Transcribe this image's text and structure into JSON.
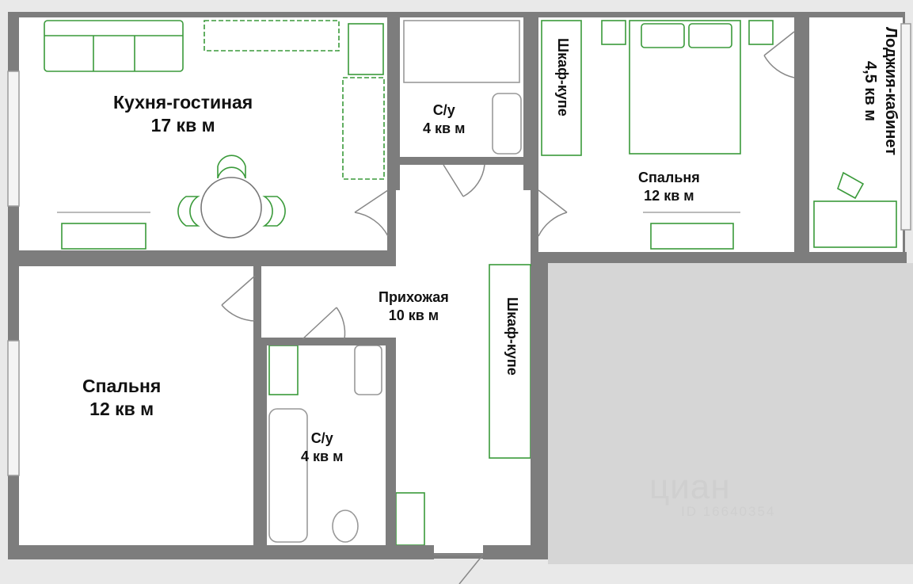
{
  "rooms": {
    "kitchen": {
      "name": "Кухня-гостиная",
      "area": "17 кв м"
    },
    "bath_top": {
      "name": "С/у",
      "area": "4 кв м"
    },
    "wardrobe_top": {
      "name": "Шкаф-купе"
    },
    "bedroom_right": {
      "name": "Спальня",
      "area": "12 кв м"
    },
    "loggia": {
      "name": "Лоджия-кабинет",
      "area": "4,5 кв м"
    },
    "hall": {
      "name": "Прихожая",
      "area": "10 кв м"
    },
    "wardrobe_hall": {
      "name": "Шкаф-купе"
    },
    "bedroom_left": {
      "name": "Спальня",
      "area": "12 кв м"
    },
    "bath_bottom": {
      "name": "С/у",
      "area": "4 кв м"
    }
  },
  "watermark": {
    "logo": "циан",
    "id": "ID 16640354"
  },
  "colors": {
    "background": "#e9e9e9",
    "wall": "#7d7d7d",
    "floor": "#ffffff",
    "furniture": "#3a9a3a",
    "watermark": "#cfcfcf"
  }
}
